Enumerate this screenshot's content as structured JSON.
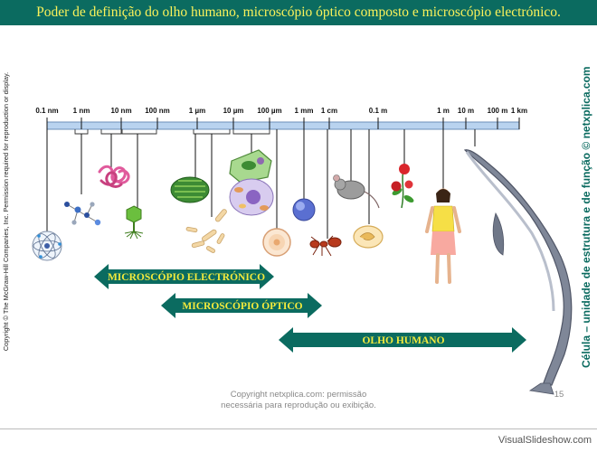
{
  "slide": {
    "title": "Poder de definição do olho humano, microscópio óptico composto e microscópio electrónico.",
    "copyright_left": "Copyright © The McGraw-Hill Companies, Inc. Permission required for reproduction or display.",
    "side_caption": "Célula – unidade de estrutura e de função © netxplica.com",
    "footer_line1": "Copyright netxplica.com: permissão",
    "footer_line2": "necessária para reprodução ou exibição.",
    "page_number": "15",
    "watermark": "VisualSlideshow.com"
  },
  "scale": {
    "ticks": [
      "0.1 nm",
      "1 nm",
      "10 nm",
      "100 nm",
      "1 µm",
      "10 µm",
      "100 µm",
      "1 mm",
      "1 cm",
      "0.1 m",
      "1 m",
      "10 m",
      "100 m",
      "1 km"
    ]
  },
  "ranges": [
    {
      "label": "MICROSCÓPIO ELECTRÓNICO",
      "color": "#0b6b60",
      "text_color": "#f3ea3c"
    },
    {
      "label": "MICROSCÓPIO ÓPTICO",
      "color": "#0b6b60",
      "text_color": "#f3ea3c"
    },
    {
      "label": "OLHO HUMANO",
      "color": "#0b6b60",
      "text_color": "#f3ea3c"
    }
  ],
  "objects": [
    "atom-icon",
    "molecule-icon",
    "protein-icon",
    "virus-icon",
    "chloroplast-icon",
    "bacteria-icon",
    "plant-cell-icon",
    "animal-cell-icon",
    "egg-cell-icon",
    "human-egg-icon",
    "ant-icon",
    "mouse-icon",
    "frog-egg-icon",
    "rose-icon",
    "human-icon",
    "whale-icon"
  ]
}
